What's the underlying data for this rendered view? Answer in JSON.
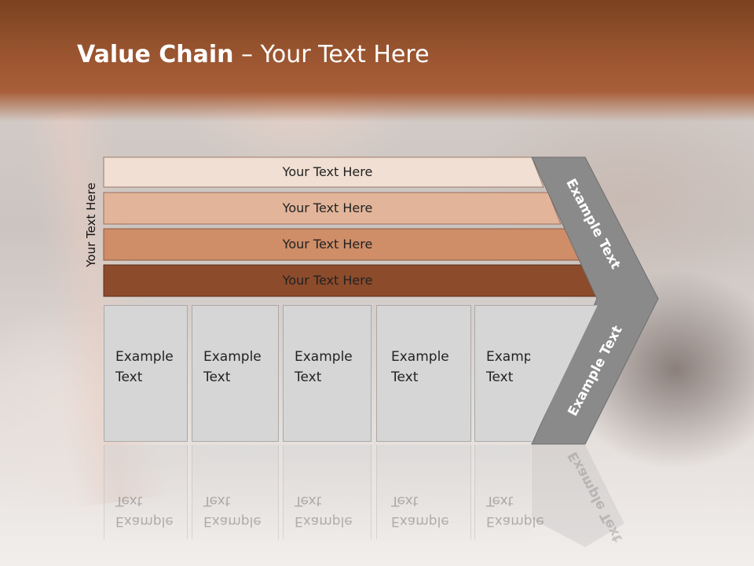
{
  "header": {
    "title_bold": "Value Chain",
    "title_rest": " – Your Text Here"
  },
  "side_label": "Your Text Here",
  "bands": [
    {
      "label": "Your Text Here",
      "color": "#f0dfd2"
    },
    {
      "label": "Your Text Here",
      "color": "#e2b59a"
    },
    {
      "label": "Your Text Here",
      "color": "#cf8d68"
    },
    {
      "label": "Your Text Here",
      "color": "#8c4b2b"
    }
  ],
  "boxes": [
    {
      "line1": "Example",
      "line2": "Text"
    },
    {
      "line1": "Example",
      "line2": "Text"
    },
    {
      "line1": "Example",
      "line2": "Text"
    },
    {
      "line1": "Example",
      "line2": "Text"
    },
    {
      "line1": "Example",
      "line2": "Text"
    }
  ],
  "chevron": {
    "upper_text": "Example Text",
    "lower_text": "Example Text",
    "color": "#8a8a8a"
  }
}
